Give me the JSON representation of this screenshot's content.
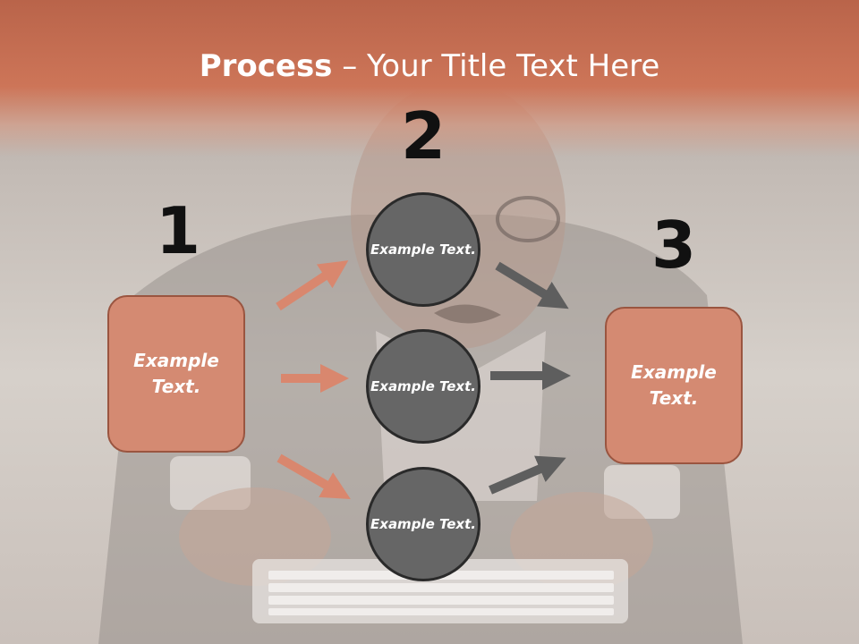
{
  "title": {
    "bold_part": "Process",
    "rest_part": " – Your Title Text Here"
  },
  "steps": {
    "one": "1",
    "two": "2",
    "three": "3"
  },
  "boxes": {
    "left_text": "Example Text.",
    "right_text": "Example Text."
  },
  "circles": [
    {
      "text": "Example Text."
    },
    {
      "text": "Example Text."
    },
    {
      "text": "Example Text."
    }
  ],
  "colors": {
    "banner": "#cd7558",
    "box_fill": "#d48a72",
    "box_border": "#9a5540",
    "circle_fill": "#666666",
    "circle_border": "#2a2a2a",
    "arrow_left": "#d9876e",
    "arrow_right": "#5e5e5e"
  }
}
